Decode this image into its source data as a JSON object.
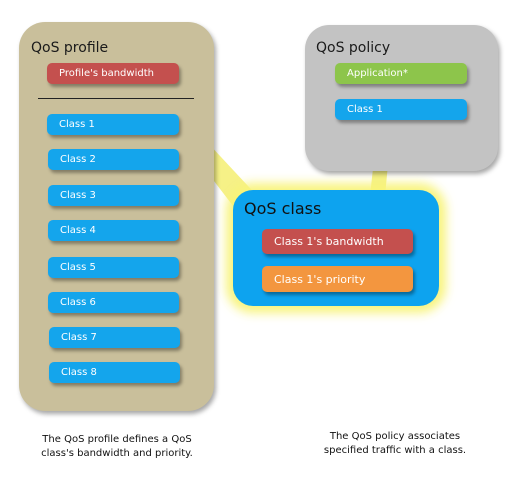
{
  "profile": {
    "title": "QoS profile",
    "bandwidth_label": "Profile's bandwidth",
    "classes": [
      "Class 1",
      "Class 2",
      "Class 3",
      "Class 4",
      "Class 5",
      "Class 6",
      "Class 7",
      "Class 8"
    ]
  },
  "policy": {
    "title": "QoS policy",
    "application_label": "Application*",
    "class_label": "Class 1"
  },
  "qos_class": {
    "title": "QoS class",
    "bandwidth_label": "Class 1's bandwidth",
    "priority_label": "Class 1's priority"
  },
  "captions": {
    "profile_line1": "The QoS profile defines a QoS",
    "profile_line2": "class's bandwidth and priority.",
    "policy_line1": "The QoS policy associates",
    "policy_line2": "specified traffic with a class."
  },
  "colors": {
    "profile_panel": "#c9bf9b",
    "policy_panel": "#c3c3c3",
    "class_panel": "#0da3ef",
    "class_pill": "#14a5ec",
    "bandwidth_pill": "#c4504e",
    "application_pill": "#8dc54b",
    "priority_pill": "#f3963f",
    "callout_yellow": "#f5f07a"
  }
}
